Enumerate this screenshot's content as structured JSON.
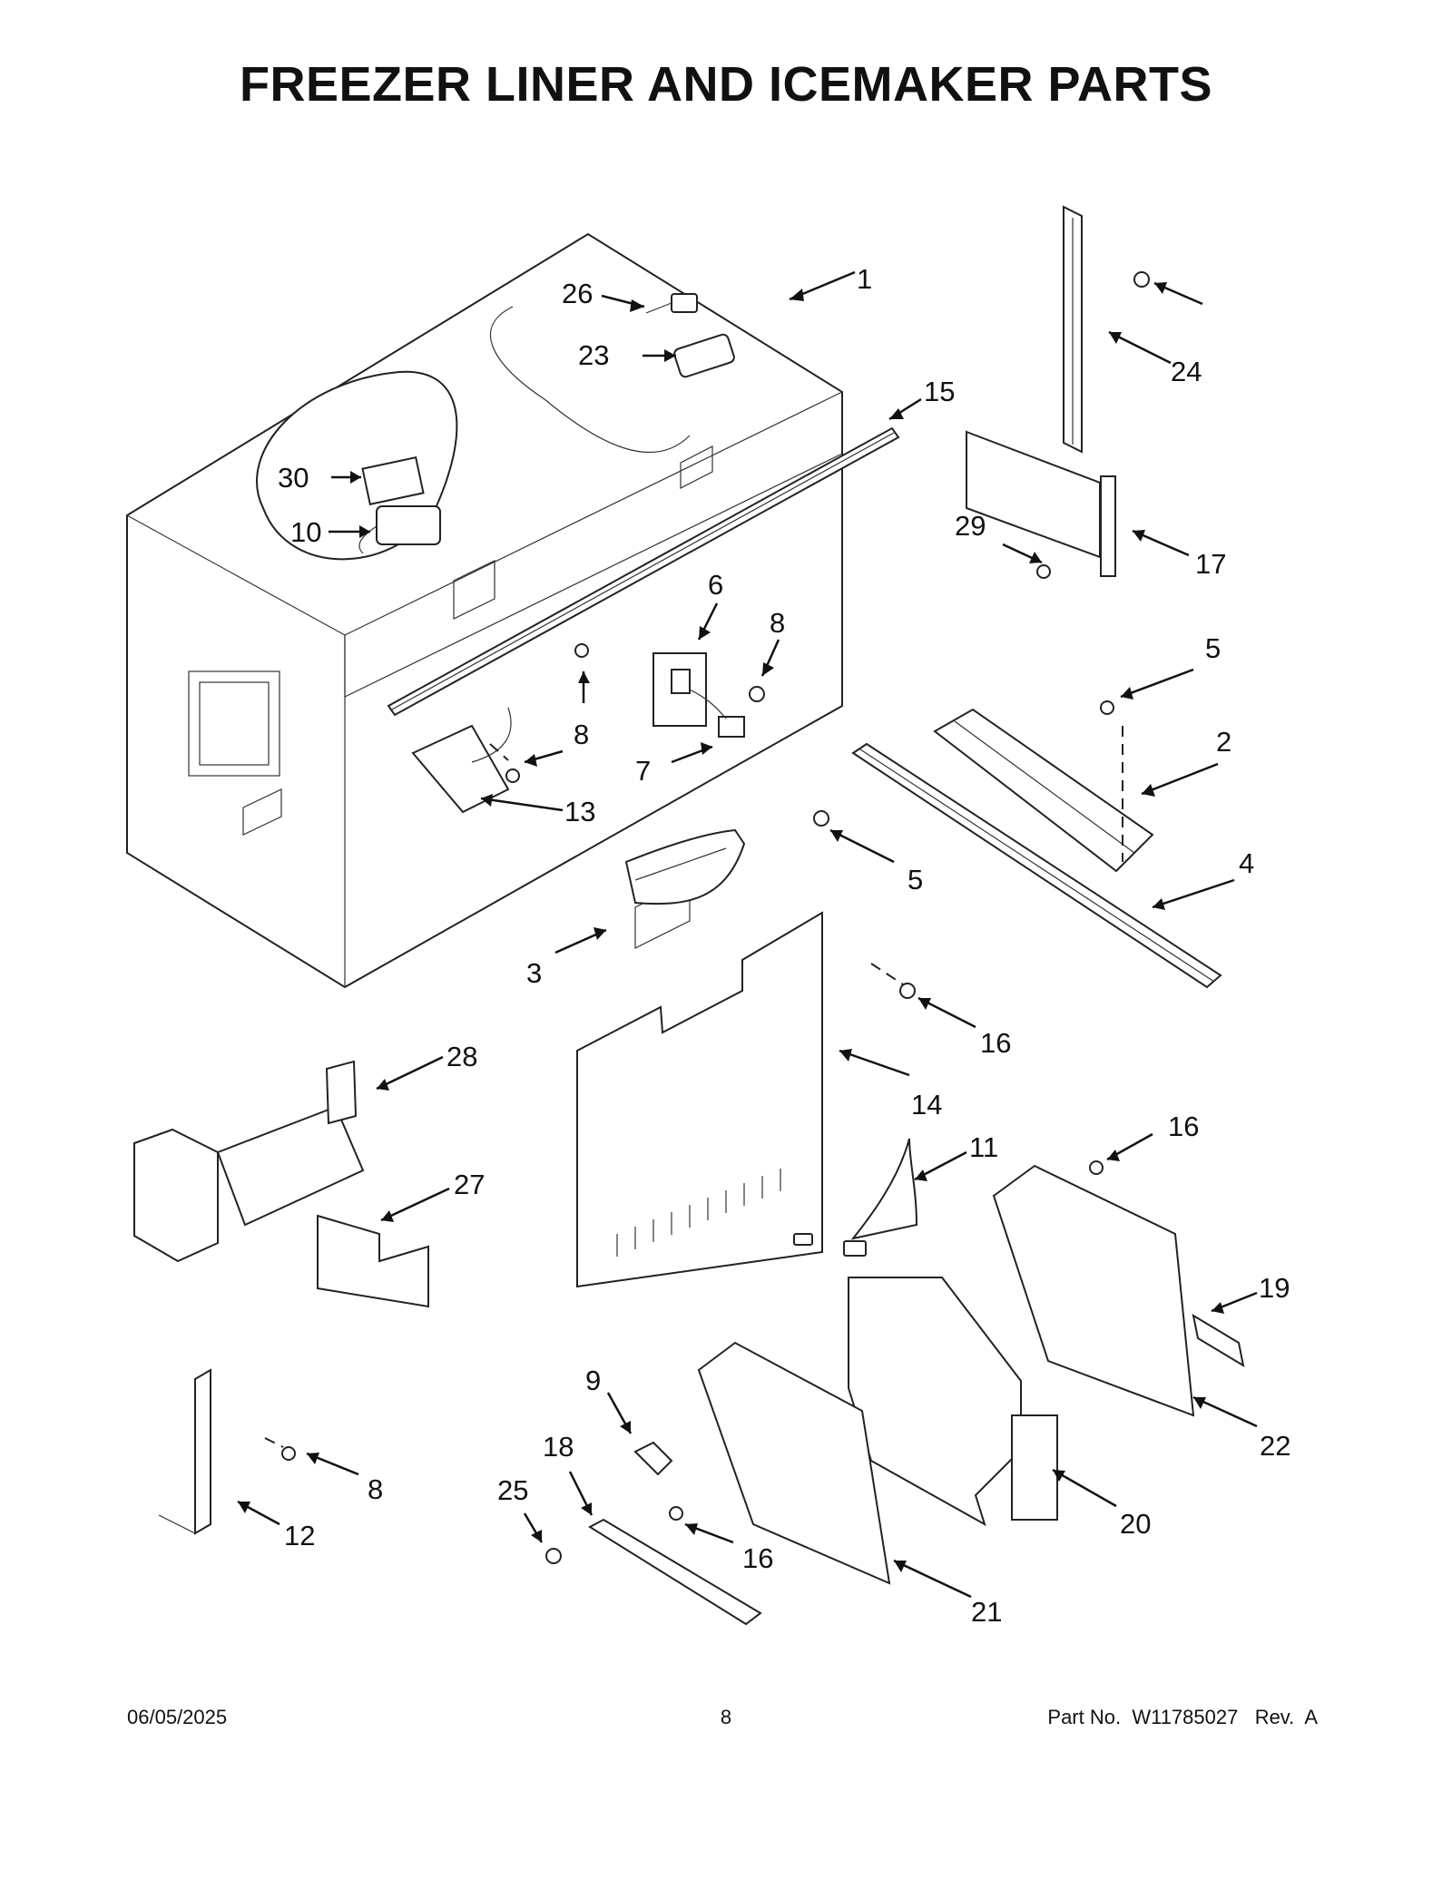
{
  "title": "FREEZER LINER AND ICEMAKER PARTS",
  "footer": {
    "date": "06/05/2025",
    "page_number": "8",
    "part_label": "Part No.",
    "part_number": "W11785027",
    "rev_label": "Rev.",
    "rev_value": "A"
  },
  "callouts": [
    {
      "id": "c1",
      "label": "1"
    },
    {
      "id": "c26",
      "label": "26"
    },
    {
      "id": "c23",
      "label": "23"
    },
    {
      "id": "c15",
      "label": "15"
    },
    {
      "id": "c30",
      "label": "30"
    },
    {
      "id": "c10",
      "label": "10"
    },
    {
      "id": "c6",
      "label": "6"
    },
    {
      "id": "c8a",
      "label": "8"
    },
    {
      "id": "c8b",
      "label": "8"
    },
    {
      "id": "c7",
      "label": "7"
    },
    {
      "id": "c13",
      "label": "13"
    },
    {
      "id": "c8c",
      "label": "8"
    },
    {
      "id": "c24",
      "label": "24"
    },
    {
      "id": "c29",
      "label": "29"
    },
    {
      "id": "c17",
      "label": "17"
    },
    {
      "id": "c5a",
      "label": "5"
    },
    {
      "id": "c2",
      "label": "2"
    },
    {
      "id": "c5b",
      "label": "5"
    },
    {
      "id": "c4",
      "label": "4"
    },
    {
      "id": "c3",
      "label": "3"
    },
    {
      "id": "c16a",
      "label": "16"
    },
    {
      "id": "c14",
      "label": "14"
    },
    {
      "id": "c28",
      "label": "28"
    },
    {
      "id": "c27",
      "label": "27"
    },
    {
      "id": "c11",
      "label": "11"
    },
    {
      "id": "c16b",
      "label": "16"
    },
    {
      "id": "c19",
      "label": "19"
    },
    {
      "id": "c22",
      "label": "22"
    },
    {
      "id": "c9",
      "label": "9"
    },
    {
      "id": "c18",
      "label": "18"
    },
    {
      "id": "c25",
      "label": "25"
    },
    {
      "id": "c16c",
      "label": "16"
    },
    {
      "id": "c20",
      "label": "20"
    },
    {
      "id": "c21",
      "label": "21"
    },
    {
      "id": "c8d",
      "label": "8"
    },
    {
      "id": "c12",
      "label": "12"
    }
  ]
}
